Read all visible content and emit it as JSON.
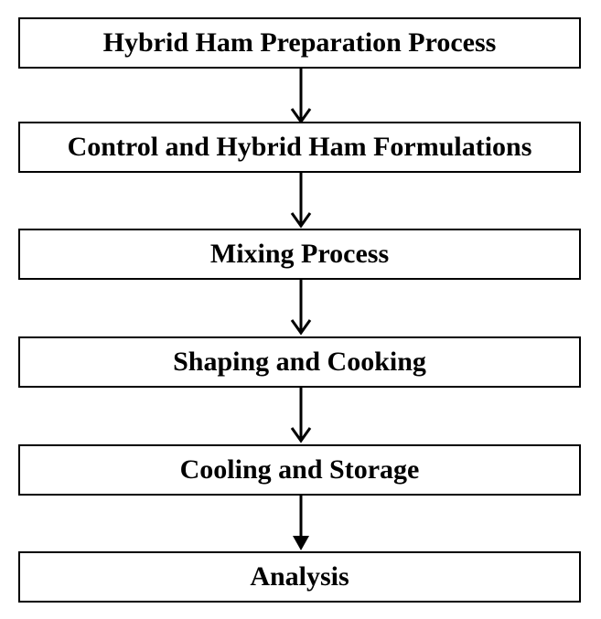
{
  "flowchart": {
    "steps": [
      {
        "label": "Hybrid Ham Preparation Process"
      },
      {
        "label": "Control and Hybrid Ham Formulations"
      },
      {
        "label": "Mixing Process"
      },
      {
        "label": "Shaping and Cooking"
      },
      {
        "label": "Cooling and Storage"
      },
      {
        "label": "Analysis"
      }
    ]
  }
}
